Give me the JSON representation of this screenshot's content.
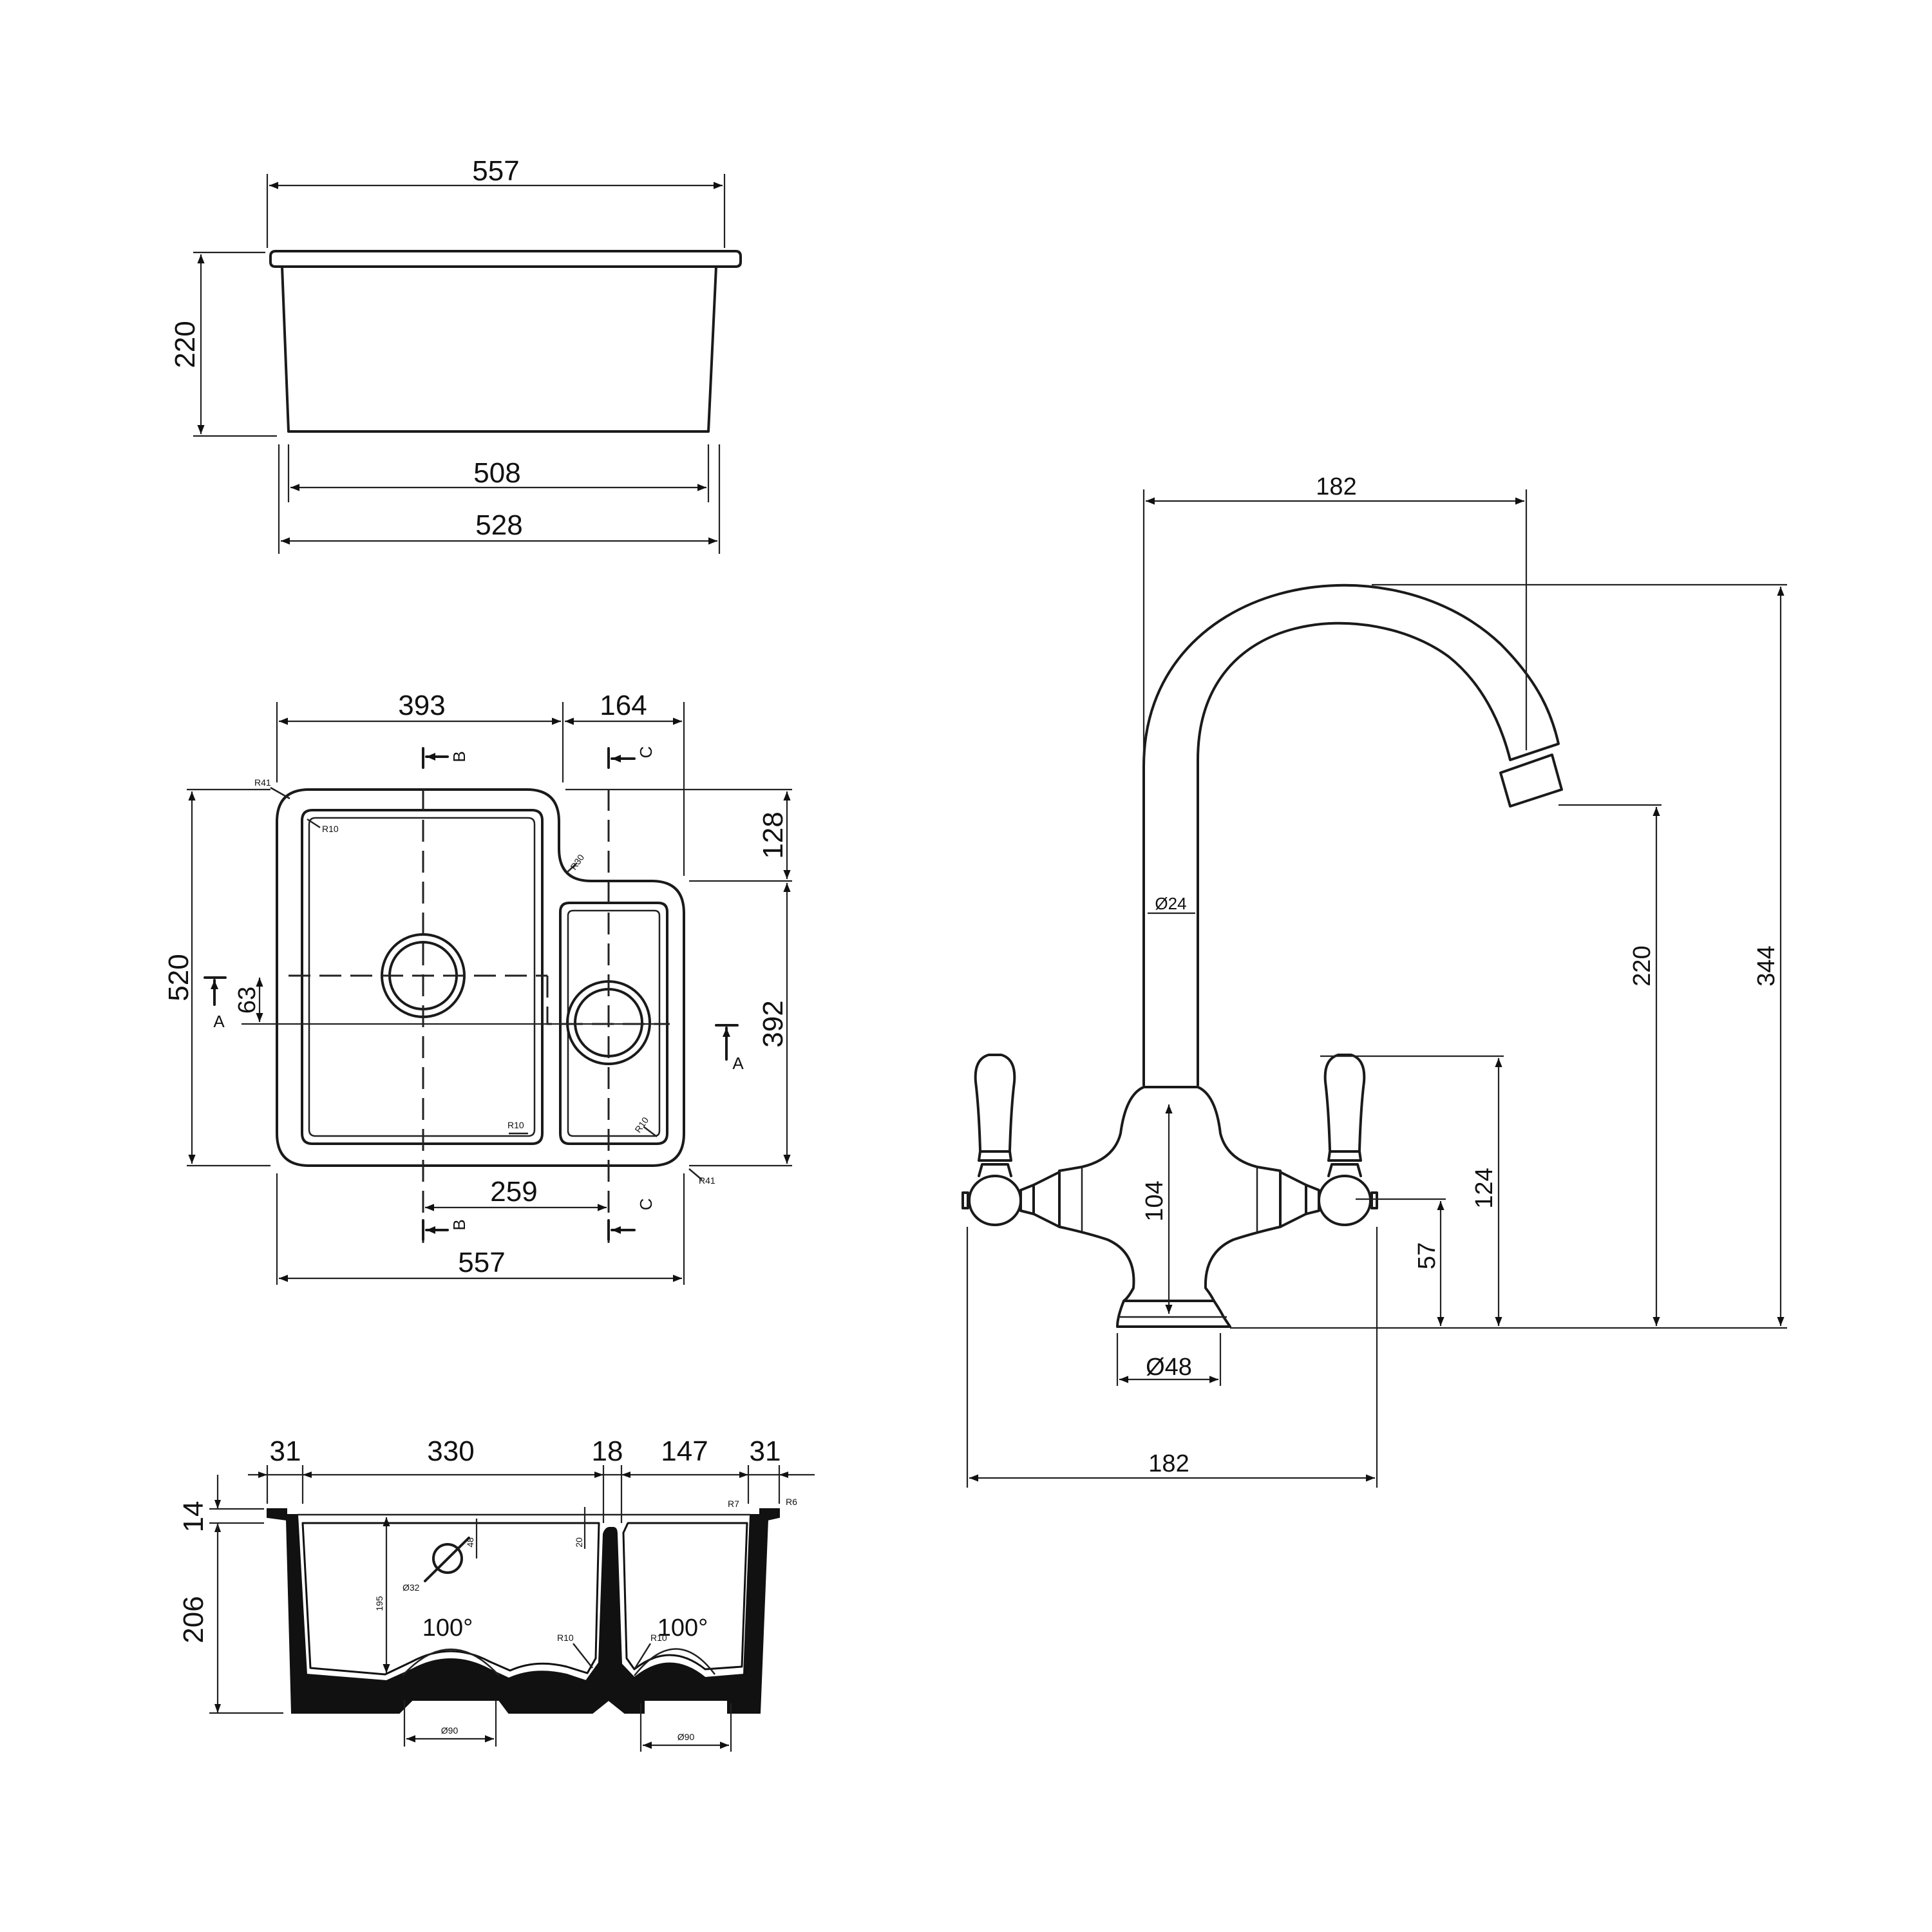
{
  "side_view": {
    "top_width": "557",
    "height": "220",
    "base_width": "508",
    "outer_width": "528"
  },
  "plan_view": {
    "main_bowl_width": "393",
    "small_bowl_width": "164",
    "notch_depth": "128",
    "overall_depth": "520",
    "waste_offset": "63",
    "small_bowl_depth": "392",
    "waste_spacing": "259",
    "overall_width": "557",
    "corner_outer": "R41",
    "corner_inner": "R10",
    "notch_radius": "R30",
    "section_a": "A",
    "section_b": "B",
    "section_c": "C"
  },
  "section_view": {
    "rim_left": "31",
    "main_bowl": "330",
    "divider": "18",
    "small_bowl": "147",
    "rim_right": "31",
    "rim_height": "14",
    "bowl_depth": "206",
    "inner_depth": "195",
    "overflow_dia": "Ø32",
    "overflow_height": "48",
    "divider_drop": "20",
    "angle_main": "100°",
    "angle_small": "100°",
    "radius_main": "R10",
    "radius_small": "R10",
    "rim_radius_inner": "R7",
    "rim_radius_outer": "R6",
    "waste_main": "Ø90",
    "waste_small": "Ø90"
  },
  "tap": {
    "spout_reach": "182",
    "pipe_dia": "Ø24",
    "spout_height": "220",
    "overall_height": "344",
    "body_height": "104",
    "lever_height": "124",
    "handle_height": "57",
    "base_dia": "Ø48",
    "overall_width": "182"
  }
}
